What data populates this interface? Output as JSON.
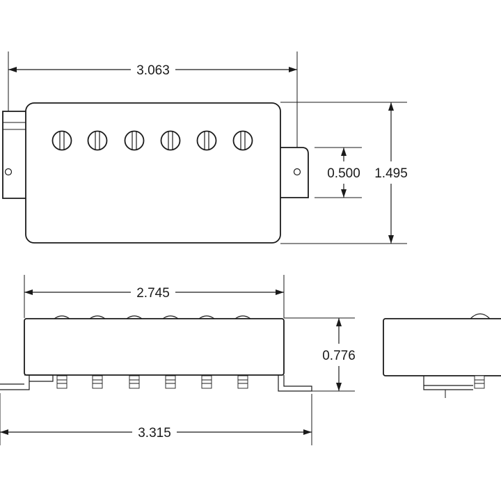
{
  "dimensions": {
    "top_width": "3.063",
    "top_height": "1.495",
    "mount_tab_spacing": "0.500",
    "side_body_width": "2.745",
    "side_height": "0.776",
    "overall_length": "3.315"
  },
  "colors": {
    "line": "#1a1a1a",
    "background": "#ffffff"
  }
}
